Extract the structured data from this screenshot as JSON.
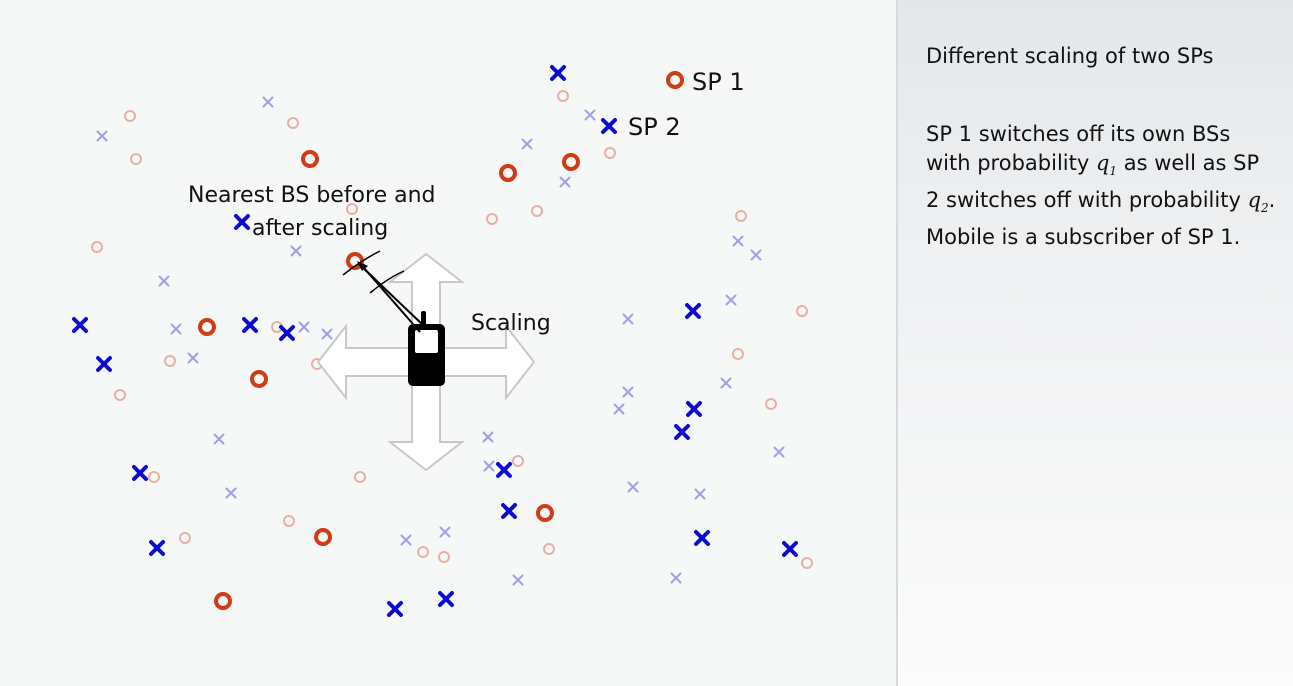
{
  "figure": {
    "legend_sp1": "SP 1",
    "legend_sp2": "SP 2",
    "nearest_bs_label_line1": "Nearest BS before and",
    "nearest_bs_label_line2": "after scaling",
    "scaling_label": "Scaling",
    "colors": {
      "sp1_strong": "#d23a14",
      "sp1_faded": "#e8b0a3",
      "sp2_strong": "#0b0bd0",
      "sp2_faded": "#9f9ff0",
      "arrow_fill": "#ffffff",
      "arrow_stroke": "#c8c8c8"
    },
    "icons": [
      "sp1-bs-circle-icon",
      "sp2-bs-cross-icon",
      "mobile-phone-icon",
      "scaling-arrows-icon"
    ]
  },
  "panel": {
    "title": "Different scaling of two SPs",
    "text_a": "SP 1 switches off its own BSs with probability ",
    "q1_var": "q",
    "q1_sub": "1",
    "text_b": " as well as SP 2 switches off with probability ",
    "q2_var": "q",
    "q2_sub": "2",
    "text_c": ". Mobile is a subscriber of SP 1."
  }
}
